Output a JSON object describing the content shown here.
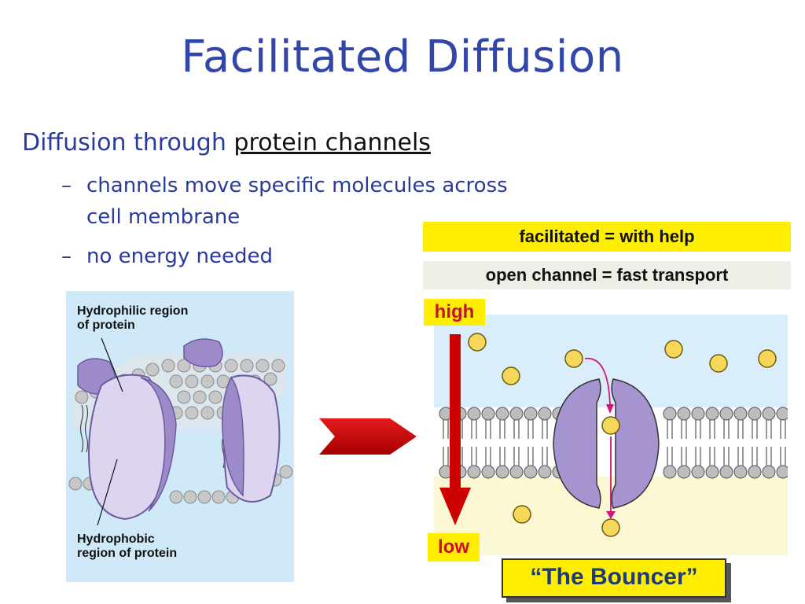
{
  "title": "Facilitated Diffusion",
  "bullets": {
    "main_prefix": "Diffusion through ",
    "main_underlined": "protein channels",
    "sub": [
      {
        "dash": "–",
        "text": "channels move specific molecules across cell membrane"
      },
      {
        "dash": "–",
        "text": "no energy needed"
      }
    ]
  },
  "left_figure": {
    "label_top": [
      "Hydrophilic region",
      "of  protein"
    ],
    "label_bottom": [
      "Hydrophobic",
      "region of protein"
    ]
  },
  "right_panel": {
    "facilitated_box": "facilitated = with help",
    "channel_box": "open channel = fast transport",
    "high_label": "high",
    "low_label": "low",
    "bouncer": "“The Bouncer”"
  },
  "colors": {
    "title": "#3246a8",
    "bullet_text": "#2a3a9a",
    "highlight_yellow": "#ffee00",
    "gradient_arrow": "#cc0000",
    "protein": "#9d8ac8"
  }
}
